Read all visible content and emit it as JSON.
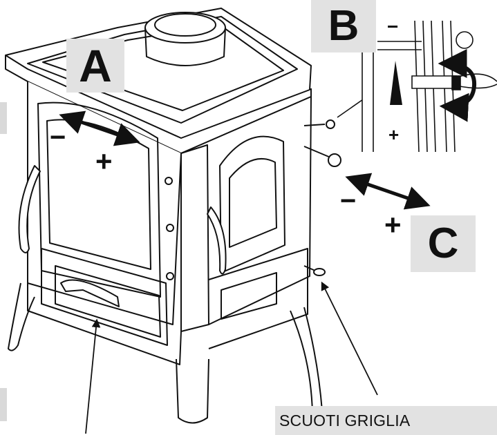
{
  "callouts": {
    "a": "A",
    "b": "B",
    "c": "C"
  },
  "signs": {
    "minus": "−",
    "plus": "+"
  },
  "caption": {
    "text": "SCUOTI GRIGLIA"
  },
  "colors": {
    "line": "#111111",
    "label_bg": "#e2e2e2",
    "background": "#ffffff"
  },
  "icons": [
    "rotation-arrows-icon",
    "adjustment-wedge-icon",
    "double-headed-arrow-icon"
  ]
}
